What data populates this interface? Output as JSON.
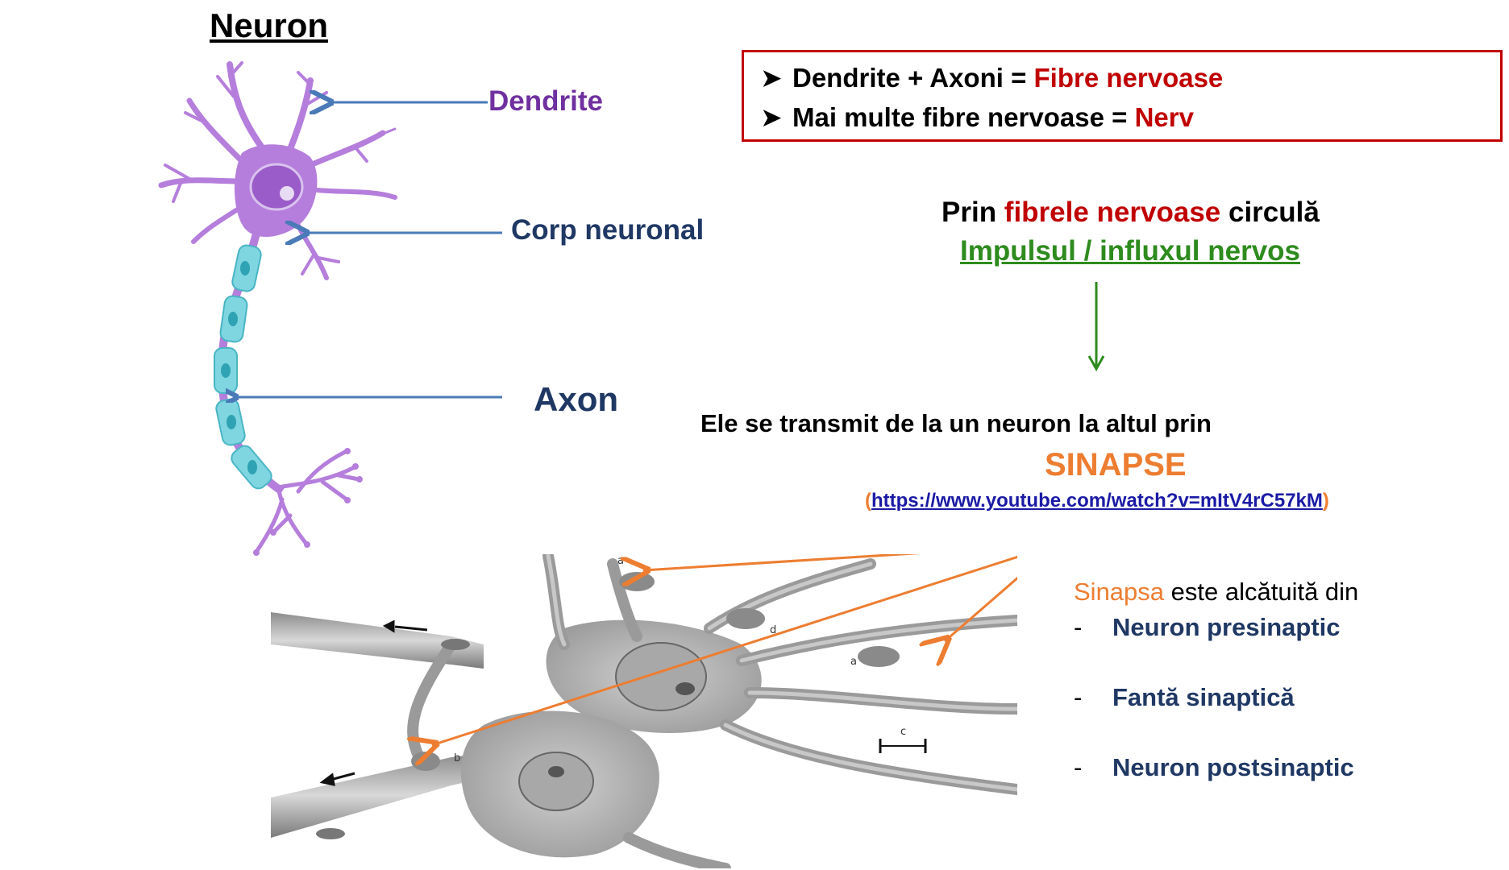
{
  "title": "Neuron",
  "labels": {
    "dendrite": "Dendrite",
    "corp": "Corp neuronal",
    "axon": "Axon"
  },
  "box": {
    "line1_black": "Dendrite + Axoni = ",
    "line1_red": "Fibre nervoase",
    "line2_black": "Mai multe fibre nervoase = ",
    "line2_red": "Nerv"
  },
  "flow": {
    "prin_a": "Prin ",
    "prin_red": "fibrele nervoase",
    "prin_b": " circulă",
    "impuls": "Impulsul / influxul nervos",
    "transmit": "Ele se transmit de la un neuron la altul prin",
    "sinapse": "SINAPSE",
    "paren_open": "(",
    "url": "https://www.youtube.com/watch?v=mItV4rC57kM",
    "paren_close": ")"
  },
  "synapse": {
    "intro_orange": "Sinapsa",
    "intro_rest": " este alcătuită din",
    "dash": "-",
    "items": [
      "Neuron presinaptic",
      "Fantă sinaptică",
      "Neuron postsinaptic"
    ]
  },
  "micro_letters": [
    "a",
    "d",
    "a",
    "b",
    "c"
  ],
  "colors": {
    "dendrite_label": "#7030a0",
    "navy": "#1f3864",
    "red": "#c00000",
    "green": "#2e8b1e",
    "orange": "#ed7d31",
    "neuron_purple": "#b57edc",
    "myelin": "#7fd6e0",
    "pointer_blue": "#4a7ab8"
  }
}
